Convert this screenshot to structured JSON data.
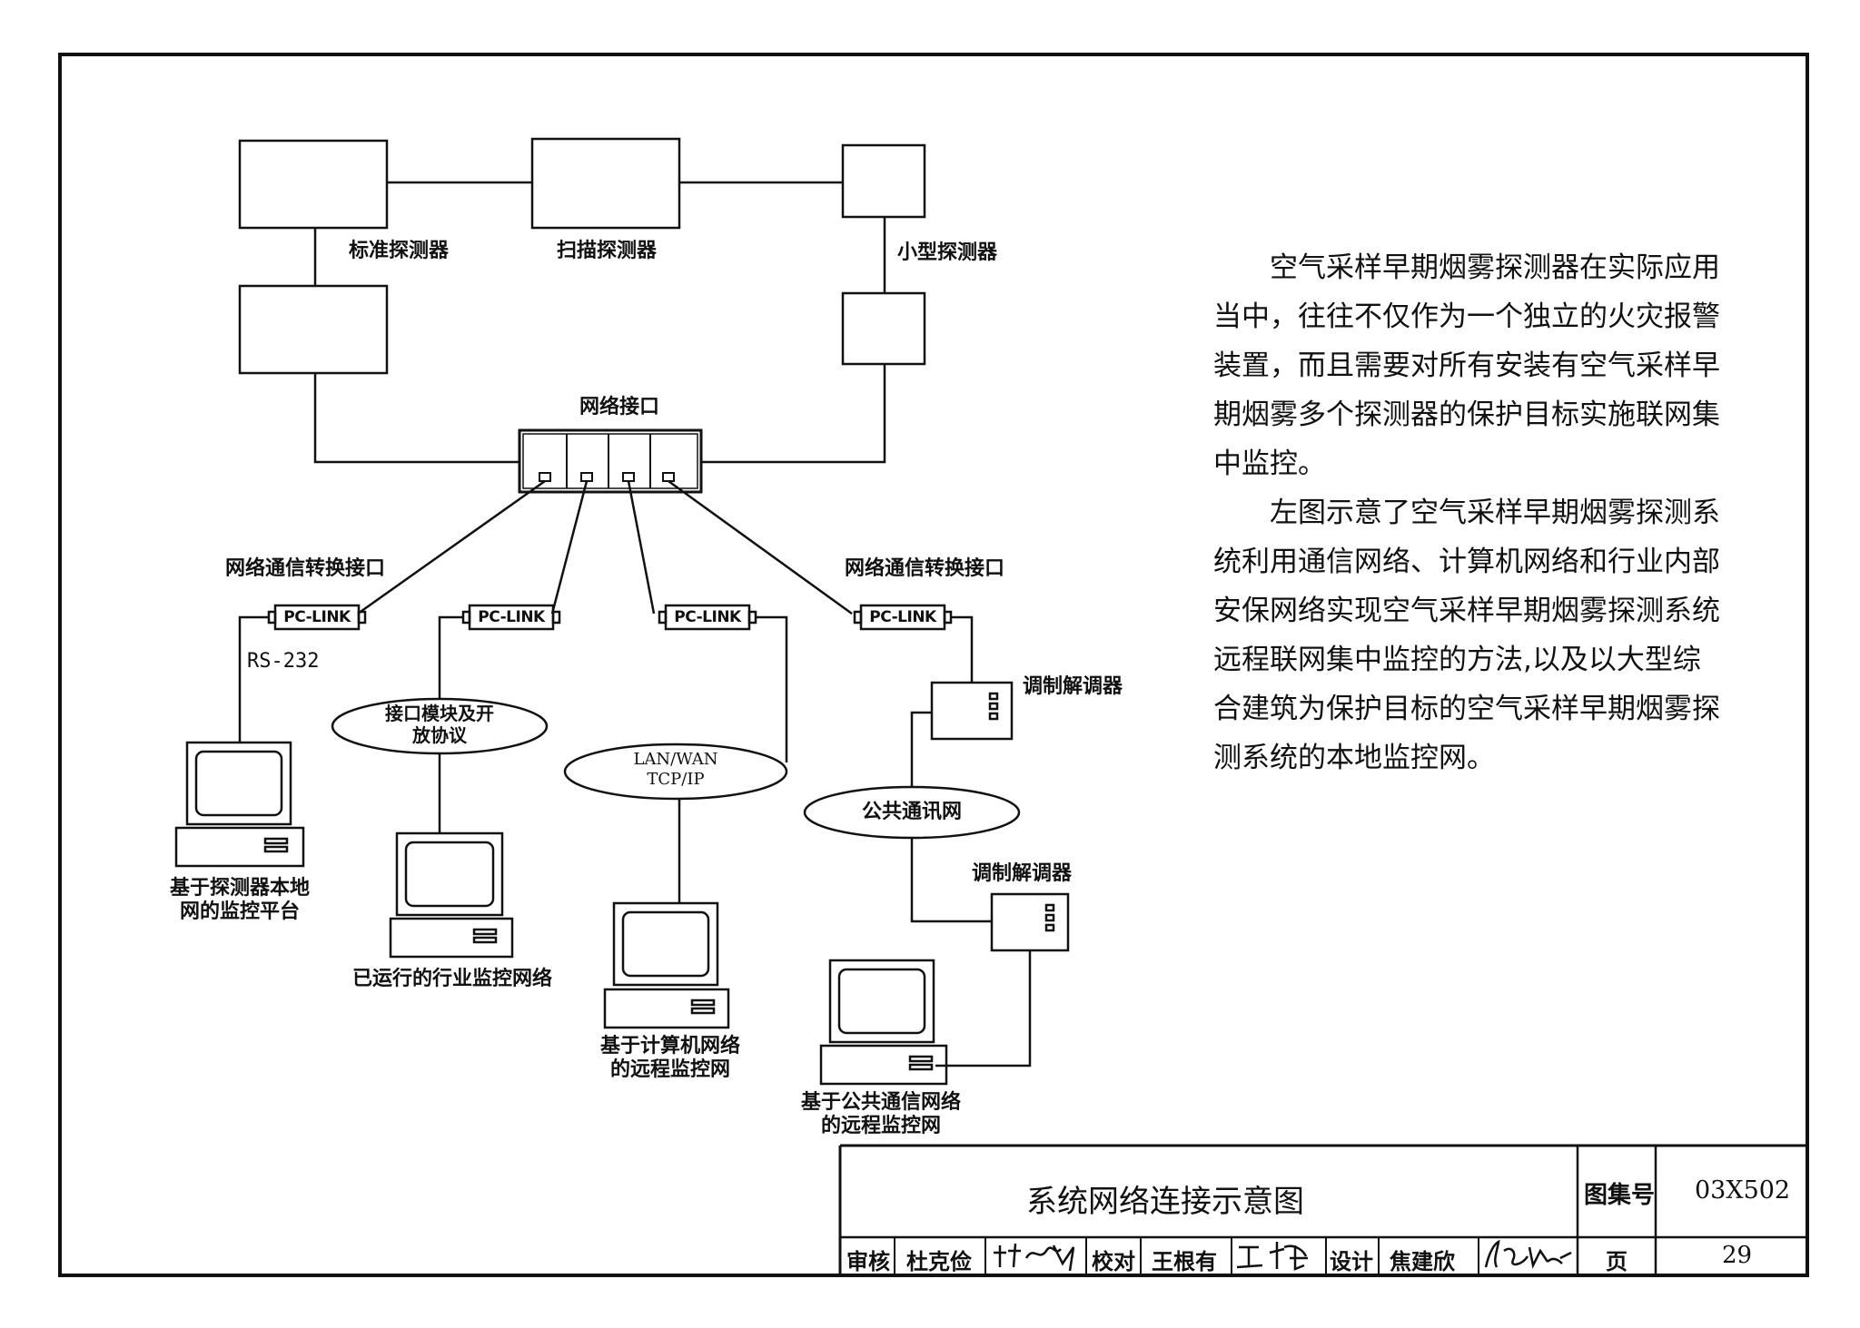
{
  "detectors": {
    "standard": "标准探测器",
    "scan": "扫描探测器",
    "small": "小型探测器"
  },
  "network_interface": "网络接口",
  "converter_left": "网络通信转换接口",
  "converter_right": "网络通信转换接口",
  "pclink": [
    "PC-LINK",
    "PC-LINK",
    "PC-LINK",
    "PC-LINK"
  ],
  "rs232": "RS-232",
  "ellipse_interface": [
    "接口模块及开",
    "放协议"
  ],
  "ellipse_lan": [
    "LAN/WAN",
    "TCP/IP"
  ],
  "ellipse_public": "公共通讯网",
  "modem_top": "调制解调器",
  "modem_bottom": "调制解调器",
  "pc_labels": {
    "local": [
      "基于探测器本地",
      "网的监控平台"
    ],
    "industry": "已运行的行业监控网络",
    "computer": [
      "基于计算机网络",
      "的远程监控网"
    ],
    "public": [
      "基于公共通信网络",
      "的远程监控网"
    ]
  },
  "description": [
    "空气采样早期烟雾探测器在实际应用当中，往往不仅作为一个独立的火灾报警装置，而且需要对所有安装有空气采样早期烟雾多个探测器的保护目标实施联网集中监控。",
    "左图示意了空气采样早期烟雾探测系统利用通信网络、计算机网络和行业内部安保网络实现空气采样早期烟雾探测系统远程联网集中监控的方法,以及以大型综合建筑为保护目标的空气采样早期烟雾探测系统的本地监控网。"
  ],
  "title_block": {
    "title": "系统网络连接示意图",
    "atlas_label": "图集号",
    "atlas_no": "03X502",
    "review_label": "审核",
    "reviewer": "杜克俭",
    "check_label": "校对",
    "checker": "王根有",
    "design_label": "设计",
    "designer": "焦建欣",
    "page_label": "页",
    "page_no": "29"
  }
}
